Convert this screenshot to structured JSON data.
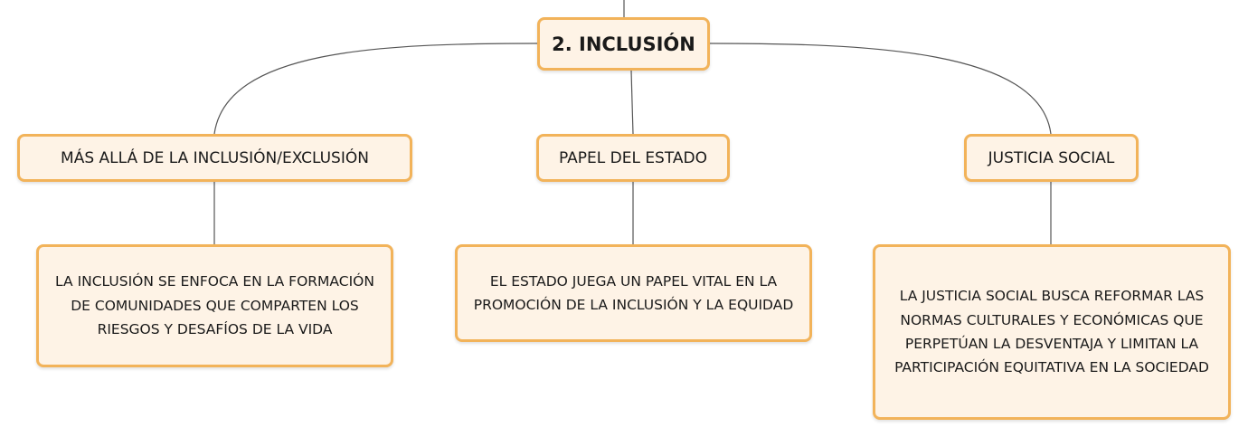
{
  "root": {
    "label": "2. INCLUSIÓN"
  },
  "branches": [
    {
      "label": "MÁS ALLÁ DE LA INCLUSIÓN/EXCLUSIÓN",
      "detail": "LA INCLUSIÓN SE ENFOCA EN LA FORMACIÓN DE COMUNIDADES QUE COMPARTEN LOS RIESGOS Y DESAFÍOS DE LA VIDA"
    },
    {
      "label": "PAPEL DEL ESTADO",
      "detail": "EL ESTADO JUEGA UN PAPEL VITAL EN LA PROMOCIÓN DE LA INCLUSIÓN Y LA EQUIDAD"
    },
    {
      "label": "JUSTICIA SOCIAL",
      "detail": "LA JUSTICIA SOCIAL BUSCA REFORMAR LAS NORMAS CULTURALES Y ECONÓMICAS QUE PERPETÚAN LA DESVENTAJA Y LIMITAN LA PARTICIPACIÓN EQUITATIVA EN LA SOCIEDAD"
    }
  ],
  "colors": {
    "node_fill": "#fef3e6",
    "node_border": "#f2b35a",
    "connector": "#555555"
  }
}
